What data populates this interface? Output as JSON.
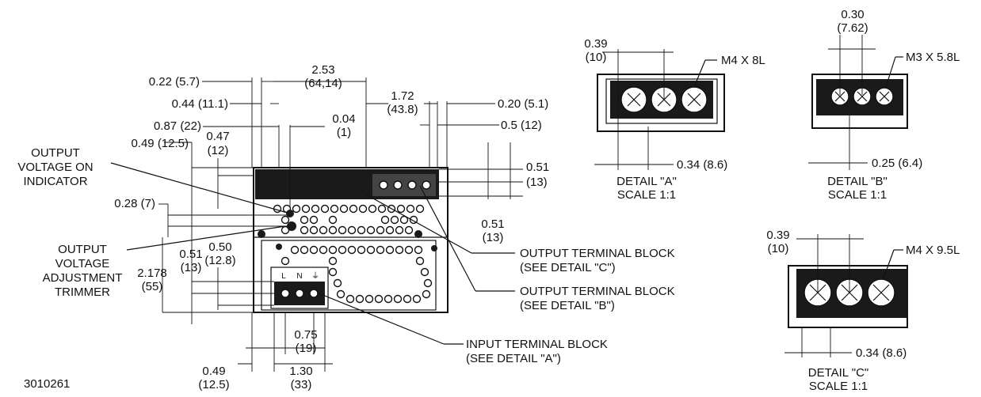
{
  "part_number": "3010261",
  "dimensions": {
    "d_022": [
      "0.22 (5.7)"
    ],
    "d_044": [
      "0.44 (11.1)"
    ],
    "d_087": [
      "0.87 (22)"
    ],
    "d_049_top": [
      "0.49 (12.5)"
    ],
    "d_047": [
      "0.47",
      "(12)"
    ],
    "d_253": [
      "2.53",
      "(64,14)"
    ],
    "d_004": [
      "0.04",
      "(1)"
    ],
    "d_172": [
      "1.72",
      "(43.8)"
    ],
    "d_020": [
      "0.20 (5.1)"
    ],
    "d_05": [
      "0.5 (12)"
    ],
    "d_051_right": [
      "0.51",
      "(13)"
    ],
    "d_051_low": [
      "0.51",
      "(13)"
    ],
    "d_028": [
      "0.28 (7)"
    ],
    "d_051_left": [
      "0.51",
      "(13)"
    ],
    "d_050": [
      "0.50",
      "(12.8)"
    ],
    "d_2178": [
      "2.178",
      "(55)"
    ],
    "d_075": [
      "0.75",
      "(19)"
    ],
    "d_049_bottom": [
      "0.49",
      "(12.5)"
    ],
    "d_130": [
      "1.30",
      "(33)"
    ]
  },
  "callouts": {
    "output_voltage_on_indicator": [
      "OUTPUT",
      "VOLTAGE ON",
      "INDICATOR"
    ],
    "output_voltage_adjustment_trimmer": [
      "OUTPUT",
      "VOLTAGE",
      "ADJUSTMENT",
      "TRIMMER"
    ],
    "output_terminal_block_c": [
      "OUTPUT TERMINAL BLOCK",
      "(SEE DETAIL \"C\")"
    ],
    "output_terminal_block_b": [
      "OUTPUT TERMINAL BLOCK",
      "(SEE DETAIL \"B\")"
    ],
    "input_terminal_block_a": [
      "INPUT TERMINAL BLOCK",
      "(SEE DETAIL \"A\")"
    ]
  },
  "input_terminal_letters": [
    "L",
    "N",
    "⏚"
  ],
  "details": {
    "a": {
      "top_dim": [
        "0.39",
        "(10)"
      ],
      "screw": "M4 X 8L",
      "bottom_dim": "0.34 (8.6)",
      "label": [
        "DETAIL \"A\"",
        "SCALE 1:1"
      ]
    },
    "b": {
      "top_dim": [
        "0.30",
        "(7.62)"
      ],
      "screw": "M3 X 5.8L",
      "bottom_dim": "0.25 (6.4)",
      "label": [
        "DETAIL \"B\"",
        "SCALE 1:1"
      ]
    },
    "c": {
      "top_dim": [
        "0.39",
        "(10)"
      ],
      "screw": "M4 X 9.5L",
      "bottom_dim": "0.34 (8.6)",
      "label": [
        "DETAIL \"C\"",
        "SCALE 1:1"
      ]
    }
  }
}
